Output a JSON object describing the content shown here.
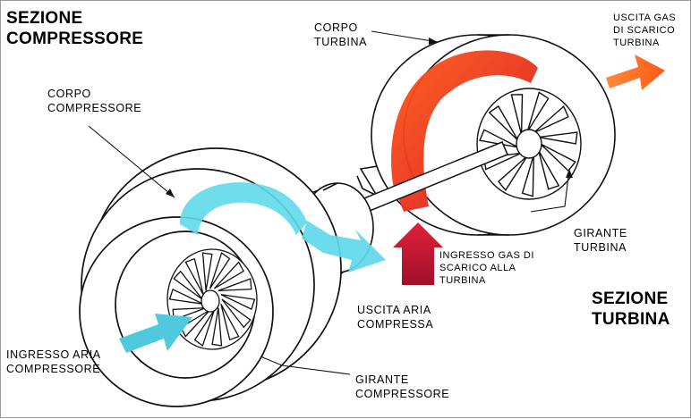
{
  "sections": {
    "compressor": [
      "SEZIONE",
      "COMPRESSORE"
    ],
    "turbine": [
      "SEZIONE",
      "TURBINA"
    ]
  },
  "labels": {
    "compressor_housing": [
      "CORPO",
      "COMPRESSORE"
    ],
    "turbine_housing": [
      "CORPO",
      "TURBINA"
    ],
    "exhaust_outlet": [
      "USCITA GAS",
      "DI SCARICO",
      "TURBINA"
    ],
    "turbine_wheel": [
      "GIRANTE",
      "TURBINA"
    ],
    "exhaust_inlet": [
      "INGRESSO GAS DI",
      "SCARICO ALLA",
      "TURBINA"
    ],
    "compressed_air_outlet": [
      "USCITA ARIA",
      "COMPRESSA"
    ],
    "air_inlet": [
      "INGRESSO ARIA",
      "COMPRESSORE"
    ],
    "compressor_wheel": [
      "GIRANTE",
      "COMPRESSORE"
    ]
  },
  "colors": {
    "cold_air": "#5fd9ea",
    "hot_gas_red": "#c8102e",
    "hot_gas_orange": "#ff6a1a",
    "outline": "#111111"
  }
}
